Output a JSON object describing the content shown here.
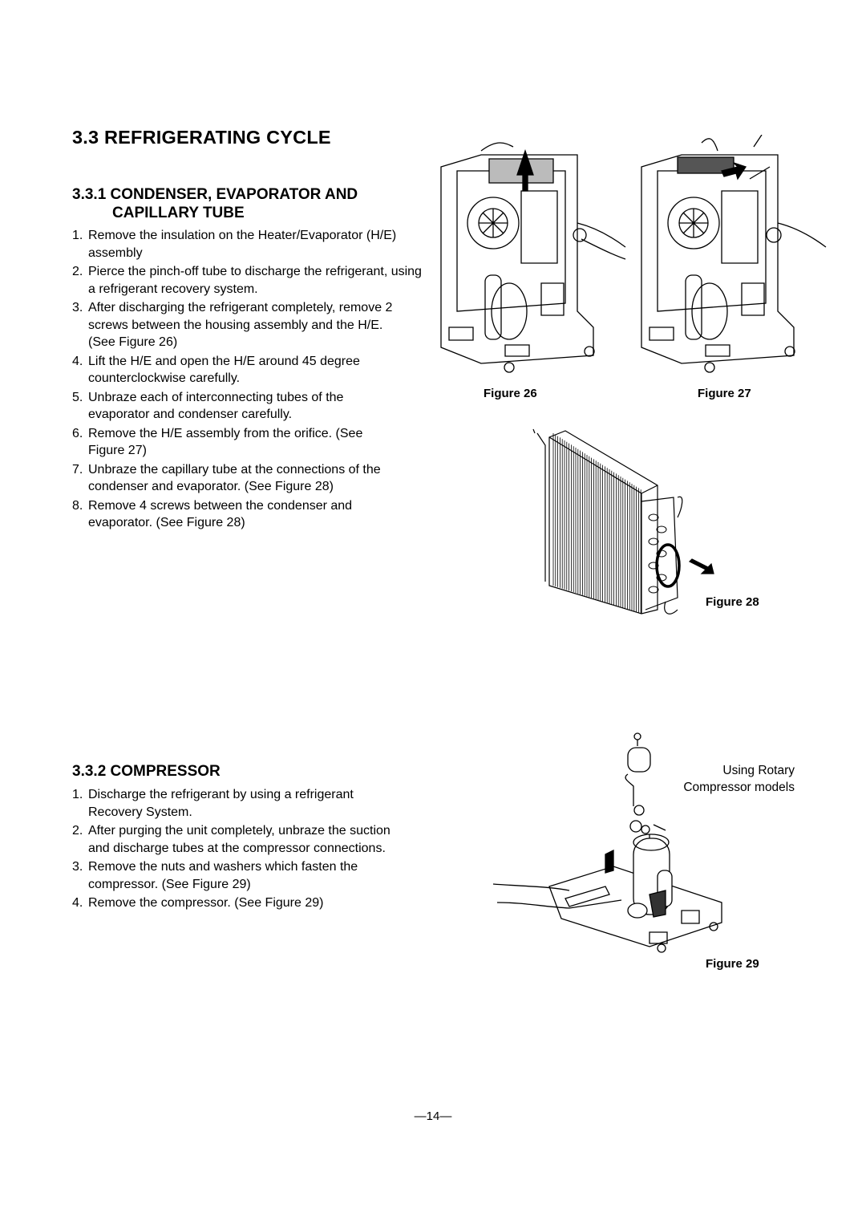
{
  "title": "3.3 REFRIGERATING CYCLE",
  "section1": {
    "heading_line1": "3.3.1 CONDENSER, EVAPORATOR AND",
    "heading_line2": "CAPILLARY TUBE",
    "steps": [
      {
        "num": "1.",
        "text": "Remove the insulation on the Heater/Evaporator (H/E) assembly"
      },
      {
        "num": "2.",
        "text": "Pierce the pinch-off tube to discharge the refrigerant, using a refrigerant recovery system."
      },
      {
        "num": "3.",
        "text": "After discharging the refrigerant completely, remove 2 screws between the housing assembly and the H/E. (See Figure 26)"
      },
      {
        "num": "4.",
        "text": "Lift the H/E and open the H/E around 45 degree counterclockwise carefully."
      },
      {
        "num": "5.",
        "text": "Unbraze each of interconnecting tubes of the evaporator and condenser carefully."
      },
      {
        "num": "6.",
        "text": "Remove the H/E assembly from the orifice. (See Figure 27)"
      },
      {
        "num": "7.",
        "text": "Unbraze the capillary tube at the connections of the condenser and evaporator. (See Figure 28)"
      },
      {
        "num": "8.",
        "text": "Remove 4 screws between the condenser and evaporator. (See Figure 28)"
      }
    ]
  },
  "section2": {
    "heading": "3.3.2 COMPRESSOR",
    "steps": [
      {
        "num": "1.",
        "text": "Discharge the refrigerant by using a refrigerant Recovery System."
      },
      {
        "num": "2.",
        "text": "After purging the unit completely, unbraze the suction and discharge tubes at the compressor connections."
      },
      {
        "num": "3.",
        "text": "Remove the nuts and washers which fasten the compressor. (See Figure 29)"
      },
      {
        "num": "4.",
        "text": "Remove the compressor. (See Figure 29)"
      }
    ]
  },
  "figures": {
    "fig26": "Figure 26",
    "fig27": "Figure 27",
    "fig28": "Figure 28",
    "fig29": "Figure 29",
    "fig29_note_line1": "Using Rotary",
    "fig29_note_line2": "Compressor models"
  },
  "page_number": "—14—"
}
